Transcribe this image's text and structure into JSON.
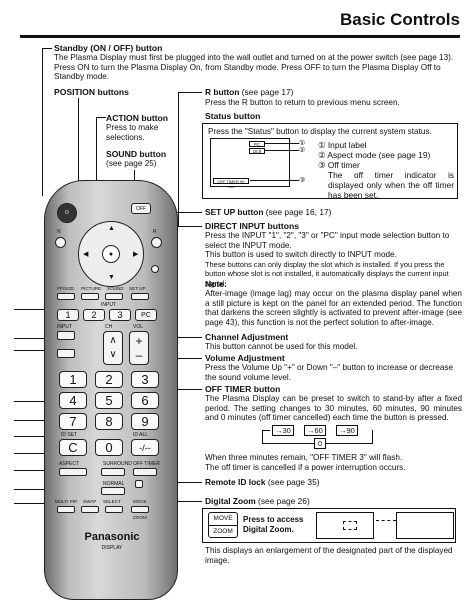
{
  "page": {
    "title": "Basic Controls"
  },
  "standby": {
    "heading": "Standby (ON / OFF) button",
    "body": "The Plasma Display must first be plugged into the wall outlet and turned on at the power switch (see page 13). Press ON to turn the Plasma Display On, from Standby mode. Press OFF to turn the Plasma Display Off to Standby mode."
  },
  "position": {
    "heading": "POSITION buttons"
  },
  "action": {
    "heading": "ACTION button",
    "body": "Press to make selections."
  },
  "sound": {
    "heading": "SOUND button",
    "body": "(see page 25)"
  },
  "rbutton": {
    "heading": "R button",
    "ref": " (see page 17)",
    "body": "Press the R button to return to previous menu screen."
  },
  "status": {
    "heading": "Status button",
    "body": "Press the \"Status\" button to display the current system status.",
    "items": [
      "① Input label",
      "② Aspect mode (see page 19)",
      "③ Off timer"
    ],
    "note": "The off timer indicator is displayed only when the off timer has been set.",
    "screen": {
      "label1": "PC",
      "label2": "16:9",
      "label3": "OFF TIMER 90 min",
      "circ1": "①",
      "circ2": "②",
      "circ3": "③"
    }
  },
  "setup": {
    "heading": "SET UP button",
    "ref": " (see page 16, 17)"
  },
  "direct": {
    "heading": "DIRECT INPUT buttons",
    "p1": "Press the INPUT \"1\", \"2\", \"3\" or \"PC\" input mode selection button to select the INPUT mode.",
    "p2": "This button is used to switch directly to INPUT mode.",
    "p3": "These buttons can only display the slot which is installed. If you press the button whose slot is not installed, it automatically displays the current input signal.",
    "note_h": "Note:",
    "note": "After-image (image lag) may occur on the plasma display panel when a still picture is kept on the panel for an extended period. The function that darkens the screen slightly is activated to prevent after-image (see page 43), this function is not the perfect solution to after-image."
  },
  "channel": {
    "heading": "Channel Adjustment",
    "body": "This button cannot be used for this model."
  },
  "volume": {
    "heading": "Volume Adjustment",
    "body": "Press the Volume Up \"+\" or Down \"–\" button to increase or decrease the sound volume level."
  },
  "offtimer": {
    "heading": "OFF TIMER button",
    "body": "The Plasma Display can be preset to switch to stand-by after a fixed period. The setting changes to 30 minutes, 60 minutes, 90 minutes and 0 minutes (off timer cancelled) each time the button is pressed.",
    "seq": [
      "→30",
      "→60",
      "→90",
      "0"
    ],
    "after1": "When three minutes remain, \"OFF TIMER 3\" will flash.",
    "after2": "The off timer is cancelled if a power interruption occurs."
  },
  "remoteid": {
    "heading": "Remote ID lock",
    "ref": " (see page 35)"
  },
  "zoom": {
    "heading": "Digital Zoom",
    "ref": " (see page 26)",
    "box_title": "Press to access Digital Zoom.",
    "key_top": "MOVE",
    "key_bot": "ZOOM",
    "body": "This displays an enlargement of the designated part of the displayed image."
  },
  "remote": {
    "brand": "Panasonic",
    "sub": "DISPLAY",
    "off": "OFF",
    "n": "N",
    "r": "R",
    "fp": "FP/SIZE",
    "pic": "PICTURE",
    "snd": "SOUND",
    "set": "SET UP",
    "input": "INPUT",
    "in1": "1",
    "in2": "2",
    "in3": "3",
    "pc": "PC",
    "input2": "INPUT",
    "ch": "CH",
    "vol": "VOL",
    "plus": "+",
    "minus": "–",
    "up": "∧",
    "down": "∨",
    "keys": [
      "1",
      "2",
      "3",
      "4",
      "5",
      "6",
      "7",
      "8",
      "9",
      "C",
      "0",
      "-/--"
    ],
    "idset": "ID SET",
    "idall": "ID ALL",
    "aspect": "ASPECT",
    "surround": "SURROUND",
    "offtimer": "OFF TIMER",
    "normal": "NORMAL",
    "multi": "MULTI PIP",
    "swap": "SWAP",
    "select": "SELECT",
    "move": "MOVE",
    "zoom": "ZOOM"
  }
}
